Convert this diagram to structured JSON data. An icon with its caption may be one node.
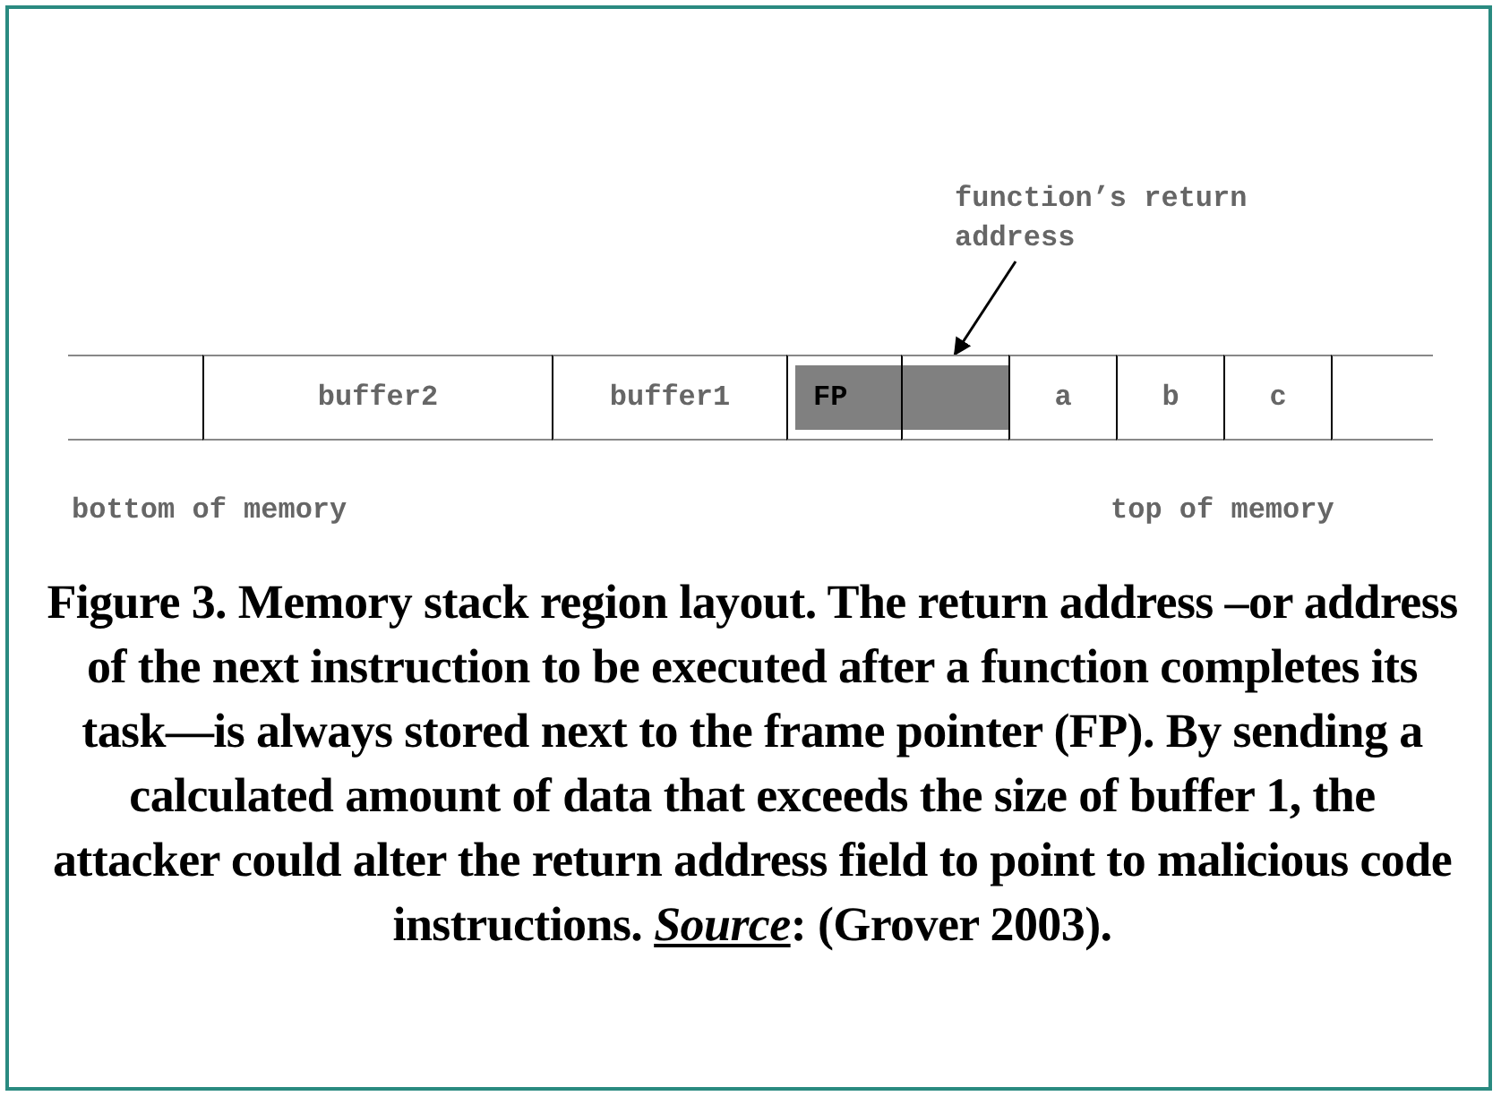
{
  "diagram": {
    "caption": "Figure 3. Memory stack region layout. The return address –or address of the next instruction to be executed after a function completes its task—is always stored next to the frame pointer (FP). By sending a calculated amount of data that exceeds the size of buffer 1, the attacker could alter the return address field to point to malicious code instructions.   *Source*: (Grover 2003).",
    "nodes": [
      {
        "text": [
          "function’s return address"
        ]
      },
      {
        "text": [],
        "shape": "box"
      },
      {
        "text": [
          "buffer2"
        ]
      },
      {
        "text": [
          "buffer1"
        ]
      },
      {
        "text": [
          "FP"
        ]
      },
      {
        "text": [],
        "shape": "box"
      },
      {
        "text": [
          "a"
        ]
      },
      {
        "text": [
          "b"
        ]
      },
      {
        "text": [
          "c"
        ]
      },
      {
        "text": [],
        "shape": "box"
      }
    ],
    "edges": [
      {
        "from": 0,
        "to": 5,
        "arrow": "to"
      }
    ],
    "labels": [
      "bottom of memory",
      "top of memory"
    ]
  }
}
